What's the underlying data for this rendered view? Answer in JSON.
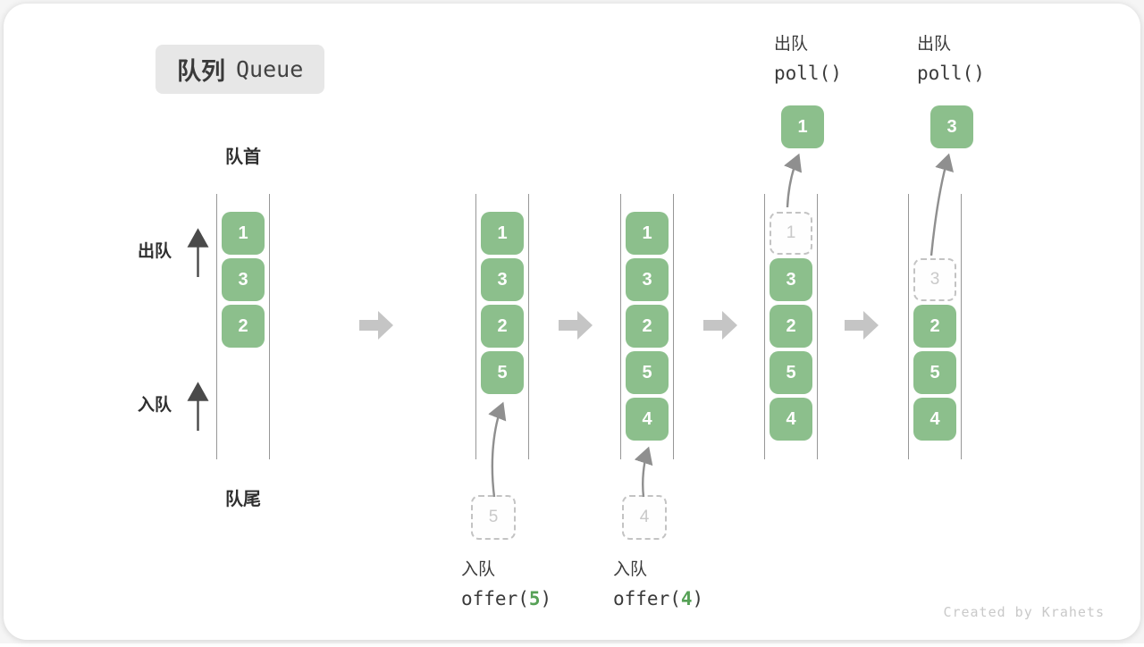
{
  "title": {
    "cn": "队列",
    "en": "Queue"
  },
  "labels": {
    "head": "队首",
    "tail": "队尾",
    "dequeue": "出队",
    "enqueue": "入队"
  },
  "states": [
    {
      "cells": [
        "1",
        "3",
        "2"
      ]
    },
    {
      "cells": [
        "1",
        "3",
        "2",
        "5"
      ],
      "incoming": "5",
      "op_cn": "入队",
      "op_code_pre": "offer(",
      "op_arg": "5",
      "op_code_post": ")"
    },
    {
      "cells": [
        "1",
        "3",
        "2",
        "5",
        "4"
      ],
      "incoming": "4",
      "op_cn": "入队",
      "op_code_pre": "offer(",
      "op_arg": "4",
      "op_code_post": ")"
    },
    {
      "cells": [
        "1",
        "3",
        "2",
        "5",
        "4"
      ],
      "outgoing": "1",
      "op_cn": "出队",
      "op_code": "poll()"
    },
    {
      "cells": [
        "3",
        "2",
        "5",
        "4"
      ],
      "outgoing": "3",
      "op_cn": "出队",
      "op_code": "poll()"
    }
  ],
  "watermark": "Created by Krahets",
  "colors": {
    "cell_green": "#8cbf8c",
    "arg_green": "#56a156",
    "block_arrow_gray": "#c5c5c5",
    "curve_arrow_gray": "#8f8f8f",
    "dark_arrow": "#4a4a4a",
    "tube_line": "#979797",
    "title_bg": "#e7e7e7",
    "dashed_border": "#c3c3c3",
    "watermark_gray": "#c9c9c9"
  }
}
